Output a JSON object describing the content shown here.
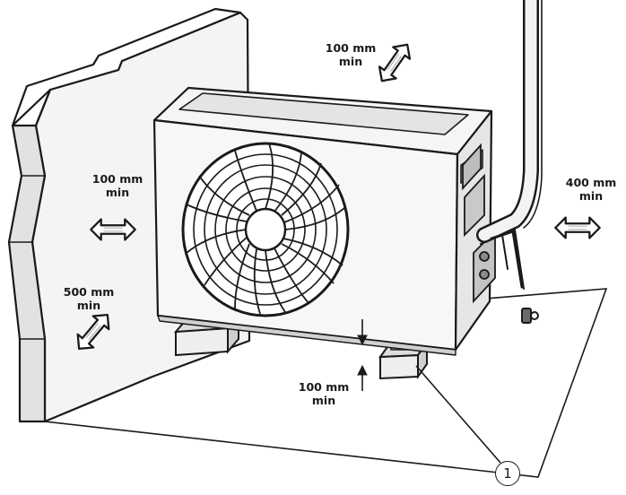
{
  "clearances": {
    "top": {
      "value": "100 mm",
      "suffix": "min"
    },
    "left": {
      "value": "100 mm",
      "suffix": "min"
    },
    "front": {
      "value": "500 mm",
      "suffix": "min"
    },
    "right": {
      "value": "400 mm",
      "suffix": "min"
    },
    "bottom": {
      "value": "100 mm",
      "suffix": "min"
    }
  },
  "callout": {
    "number": "1"
  },
  "colors": {
    "line": "#1a1a1a",
    "fill": "#f2f2f2",
    "shade": "#d8d8d8",
    "background": "#ffffff"
  },
  "icons": [
    "double-arrow-icon",
    "fan-grille-icon",
    "pipe-valve-icon"
  ]
}
